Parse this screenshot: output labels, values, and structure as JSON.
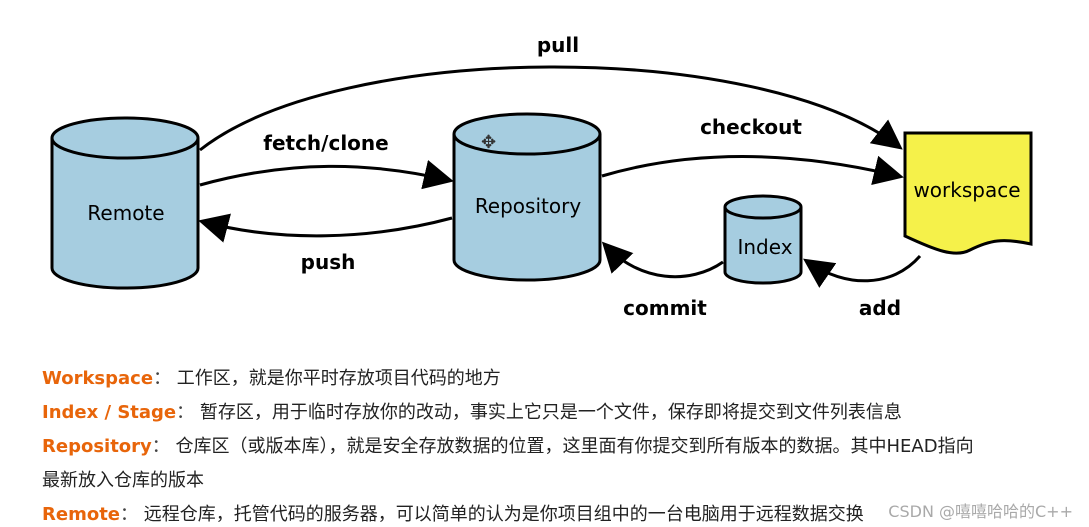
{
  "diagram": {
    "nodes": {
      "remote": "Remote",
      "repository": "Repository",
      "index": "Index",
      "workspace": "workspace"
    },
    "arrows": {
      "pull": "pull",
      "fetch_clone": "fetch/clone",
      "push": "push",
      "checkout": "checkout",
      "commit": "commit",
      "add": "add"
    },
    "colors": {
      "cylinder": "#a6cde0",
      "workspace": "#f5f14a",
      "stroke": "#000000",
      "term": "#e8650a"
    }
  },
  "descriptions": [
    {
      "term": "Workspace",
      "sep": "：",
      "text": "工作区，就是你平时存放项目代码的地方"
    },
    {
      "term": "Index / Stage",
      "sep": "：",
      "text": "暂存区，用于临时存放你的改动，事实上它只是一个文件，保存即将提交到文件列表信息"
    },
    {
      "term": "Repository",
      "sep": "：",
      "text": "仓库区（或版本库），就是安全存放数据的位置，这里面有你提交到所有版本的数据。其中HEAD指向"
    },
    {
      "continuation": "最新放入仓库的版本"
    },
    {
      "term": "Remote",
      "sep": "：",
      "text": "远程仓库，托管代码的服务器，可以简单的认为是你项目组中的一台电脑用于远程数据交换"
    }
  ],
  "watermark": "CSDN @嘻嘻哈哈的C++"
}
